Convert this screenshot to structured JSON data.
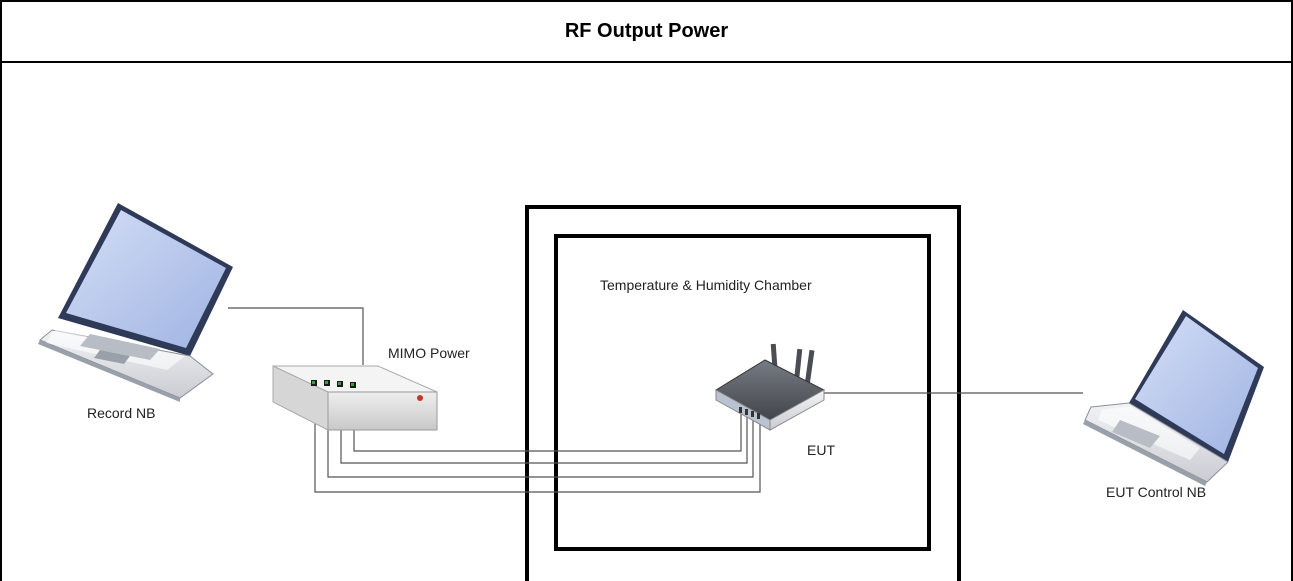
{
  "title": "RF Output Power",
  "labels": {
    "record_nb": "Record NB",
    "mimo_power": "MIMO Power",
    "chamber": "Temperature & Humidity Chamber",
    "eut": "EUT",
    "eut_control_nb": "EUT Control NB"
  },
  "colors": {
    "border": "#000000",
    "laptop_screen": "#b9c9ec",
    "laptop_body": "#e6e7ea",
    "device_body": "#5b5f66",
    "device_base": "#dfe5ee",
    "line": "#555555"
  },
  "icons": {
    "record_nb": "laptop-icon",
    "mimo_power": "rack-unit-icon",
    "eut": "wireless-router-icon",
    "eut_control_nb": "laptop-icon"
  }
}
